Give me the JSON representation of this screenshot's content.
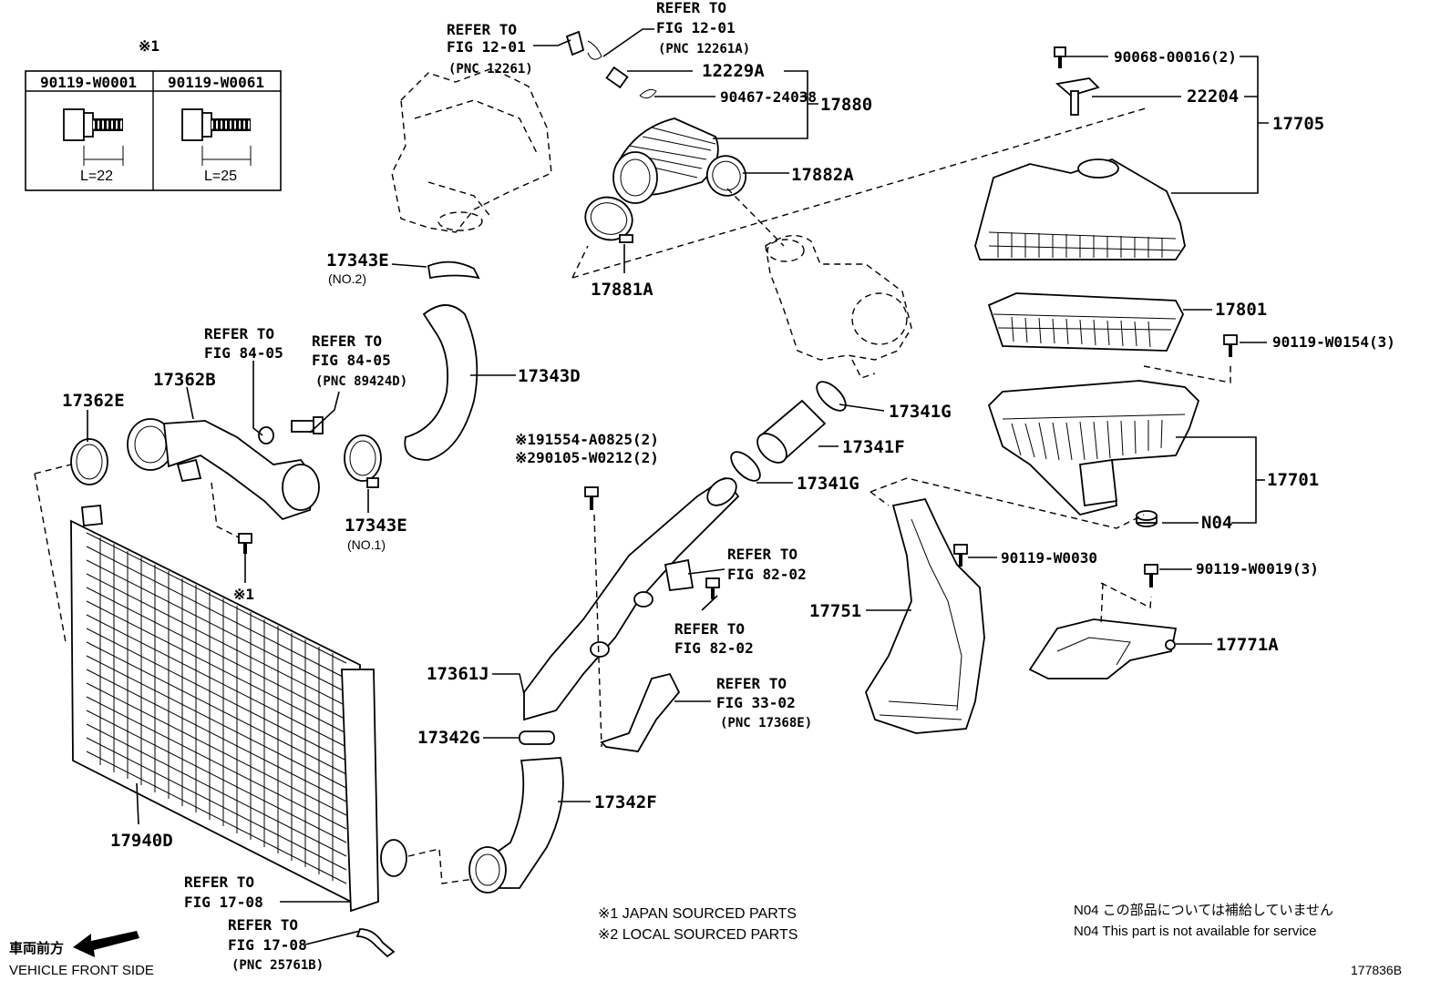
{
  "legend_table": {
    "mark": "※1",
    "col1": "90119-W0001",
    "col2": "90119-W0061",
    "len1": "L=22",
    "len2": "L=25"
  },
  "labels": {
    "refer_12_01_a": [
      "REFER TO",
      "FIG 12-01",
      "(PNC 12261)"
    ],
    "refer_12_01_b": [
      "REFER TO",
      "FIG 12-01",
      "(PNC 12261A)"
    ],
    "p12229A": "12229A",
    "p90467": "90467-24038",
    "p17880": "17880",
    "p17882A": "17882A",
    "p17881A": "17881A",
    "p90068": "90068-00016(2)",
    "p22204": "22204",
    "p17705": "17705",
    "p17801": "17801",
    "p90119_W0154": "90119-W0154(3)",
    "p17701": "17701",
    "pN04": "N04",
    "p17343E_2": "17343E",
    "p17343E_2_sub": "(NO.2)",
    "p17343D": "17343D",
    "p17341G_1": "17341G",
    "p17341F": "17341F",
    "p17341G_2": "17341G",
    "refer_84_05_a": [
      "REFER TO",
      "FIG 84-05"
    ],
    "refer_84_05_b": [
      "REFER TO",
      "FIG 84-05",
      "(PNC 89424D)"
    ],
    "p17362B": "17362B",
    "p17362E": "17362E",
    "p17343E_1": "17343E",
    "p17343E_1_sub": "(NO.1)",
    "mark1": "※1",
    "note_bolts_1": "※191554-A0825(2)",
    "note_bolts_2": "※290105-W0212(2)",
    "refer_82_02_a": [
      "REFER TO",
      "FIG 82-02"
    ],
    "refer_82_02_b": [
      "REFER TO",
      "FIG 82-02"
    ],
    "p90119_W0030": "90119-W0030",
    "p90119_W0019": "90119-W0019(3)",
    "p17751": "17751",
    "p17771A": "17771A",
    "p17361J": "17361J",
    "refer_33_02": [
      "REFER TO",
      "FIG 33-02",
      "(PNC 17368E)"
    ],
    "p17342G": "17342G",
    "p17342F": "17342F",
    "p17940D": "17940D",
    "refer_17_08_a": [
      "REFER TO",
      "FIG 17-08"
    ],
    "refer_17_08_b": [
      "REFER TO",
      "FIG 17-08",
      "(PNC 25761B)"
    ]
  },
  "footnotes": {
    "japan": "※1 JAPAN SOURCED PARTS",
    "local": "※2 LOCAL SOURCED PARTS",
    "n04_jp": "N04  この部品については補給していません",
    "n04_en": "N04  This part is not available for service"
  },
  "front": {
    "jp": "車両前方",
    "en": "VEHICLE FRONT SIDE"
  },
  "figure_id": "177836B"
}
